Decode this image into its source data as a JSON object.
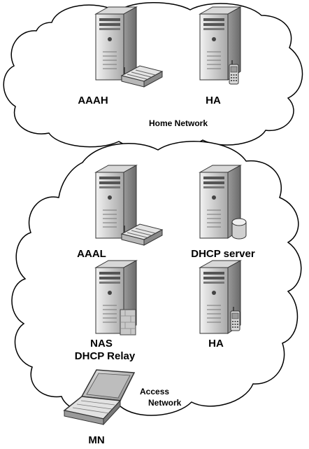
{
  "home_network": {
    "title": "Home Network",
    "aaah_label": "AAAH",
    "ha_label": "HA"
  },
  "access_network": {
    "title_line1": "Access",
    "title_line2": "Network",
    "aaal_label": "AAAL",
    "dhcp_server_label": "DHCP server",
    "nas_label": "NAS",
    "dhcp_relay_label": "DHCP Relay",
    "ha_label": "HA"
  },
  "mobile_node": {
    "label": "MN"
  }
}
